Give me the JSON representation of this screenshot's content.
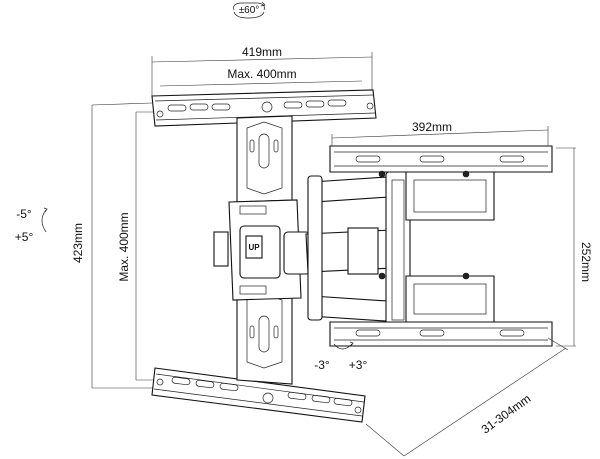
{
  "labels": {
    "swivel": "±60°",
    "top_width": "419mm",
    "top_max": "Max. 400mm",
    "height": "423mm",
    "height_max": "Max. 400mm",
    "tilt_minus": "-5°",
    "tilt_plus": "+5°",
    "wall_width": "392mm",
    "wall_height": "252mm",
    "level_minus": "-3°",
    "level_plus": "+3°",
    "extension": "31-304mm",
    "up_mark": "UP"
  }
}
